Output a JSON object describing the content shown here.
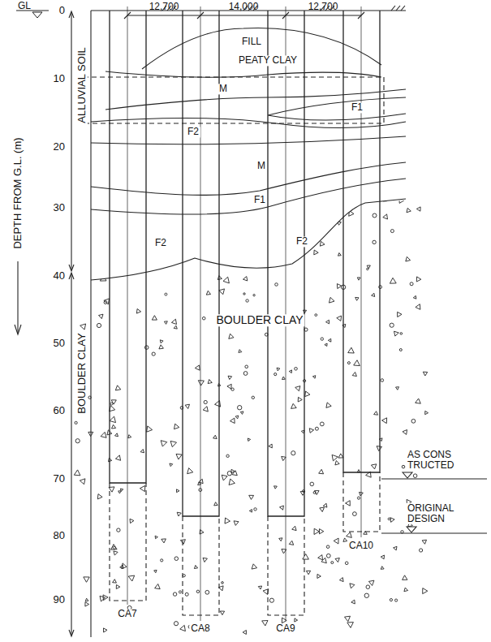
{
  "diagram": {
    "labels": [
      "GL",
      "12,700",
      "14,000",
      "12,700",
      "0",
      "10",
      "20",
      "30",
      "40",
      "50",
      "60",
      "70",
      "80",
      "90",
      "DEPTH FROM G.L. (m)",
      "ALLUVIAL SOIL",
      "BOULDER CLAY",
      "FILL",
      "PEATY CLAY",
      "M",
      "F1",
      "F2",
      "M",
      "F1",
      "F2",
      "F2",
      "BOULDER CLAY",
      "AS CONS TRUCTED",
      "ORIGINAL DESIGN",
      "CA7",
      "CA8",
      "CA9",
      "CA10"
    ]
  }
}
